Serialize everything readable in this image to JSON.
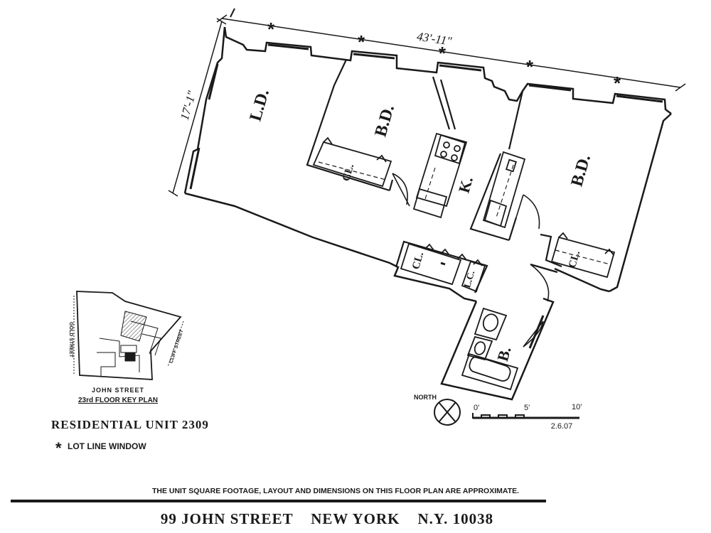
{
  "dimensions": {
    "width_label": "43'-11\"",
    "depth_label": "17'-1\""
  },
  "rooms": {
    "living_dining": "L.D.",
    "bedroom_1": "B.D.",
    "bedroom_2": "B.D.",
    "kitchen": "K.",
    "closet_1": "CL.",
    "closet_2": "CL.",
    "closet_3": "CL.",
    "linen_closet": "L.C.",
    "bath": "B."
  },
  "symbols": {
    "lot_line_marker": "*"
  },
  "key_plan": {
    "street_label": "JOHN STREET",
    "title": "23rd FLOOR KEY PLAN",
    "left_street": "GOLD STREET",
    "right_street": "CLIFF STREET"
  },
  "unit_title": "RESIDENTIAL UNIT 2309",
  "legend": {
    "marker": "*",
    "text": "LOT LINE WINDOW"
  },
  "compass": {
    "label": "NORTH"
  },
  "scale_bar": {
    "tick_0": "0'",
    "tick_5": "5'",
    "tick_10": "10'",
    "date": "2.6.07"
  },
  "disclaimer": "THE UNIT SQUARE FOOTAGE, LAYOUT AND DIMENSIONS ON THIS FLOOR PLAN ARE APPROXIMATE.",
  "address": "99 JOHN STREET    NEW YORK    N.Y. 10038",
  "colors": {
    "ink": "#1a1a1a",
    "paper": "#ffffff",
    "hatch": "#555555"
  }
}
